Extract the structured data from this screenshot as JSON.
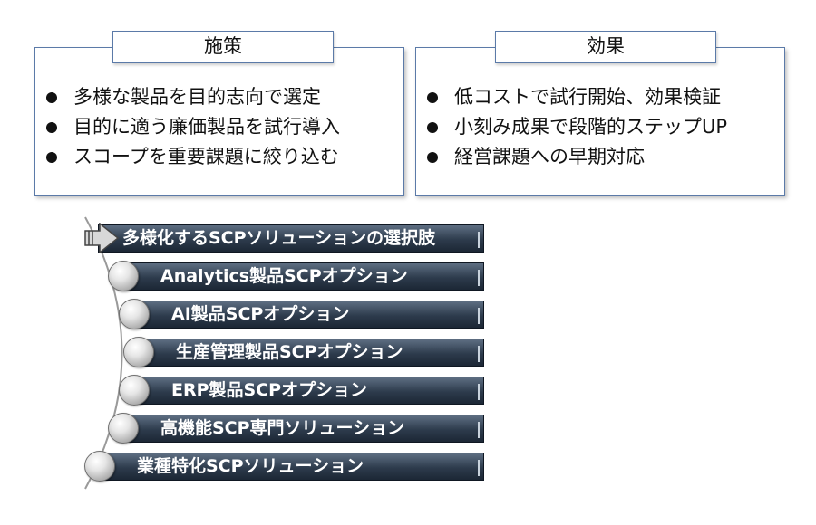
{
  "measures": {
    "title": "施策",
    "items": [
      "多様な製品を目的志向で選定",
      "目的に適う廉価製品を試行導入",
      "スコープを重要課題に絞り込む"
    ]
  },
  "effects": {
    "title": "効果",
    "items": [
      "低コストで試行開始、効果検証",
      "小刻み成果で段階的ステップUP",
      "経営課題への早期対応"
    ]
  },
  "options_list": {
    "header": "多様化するSCPソリューションの選択肢",
    "items": [
      "Analytics製品SCPオプション",
      "AI製品SCPオプション",
      "生産管理製品SCPオプション",
      "ERP製品SCPオプション",
      "高機能SCP専門ソリューション",
      "業種特化SCPソリューション"
    ],
    "header_icon": "arrow-right-icon",
    "item_icon": "sphere-icon"
  }
}
